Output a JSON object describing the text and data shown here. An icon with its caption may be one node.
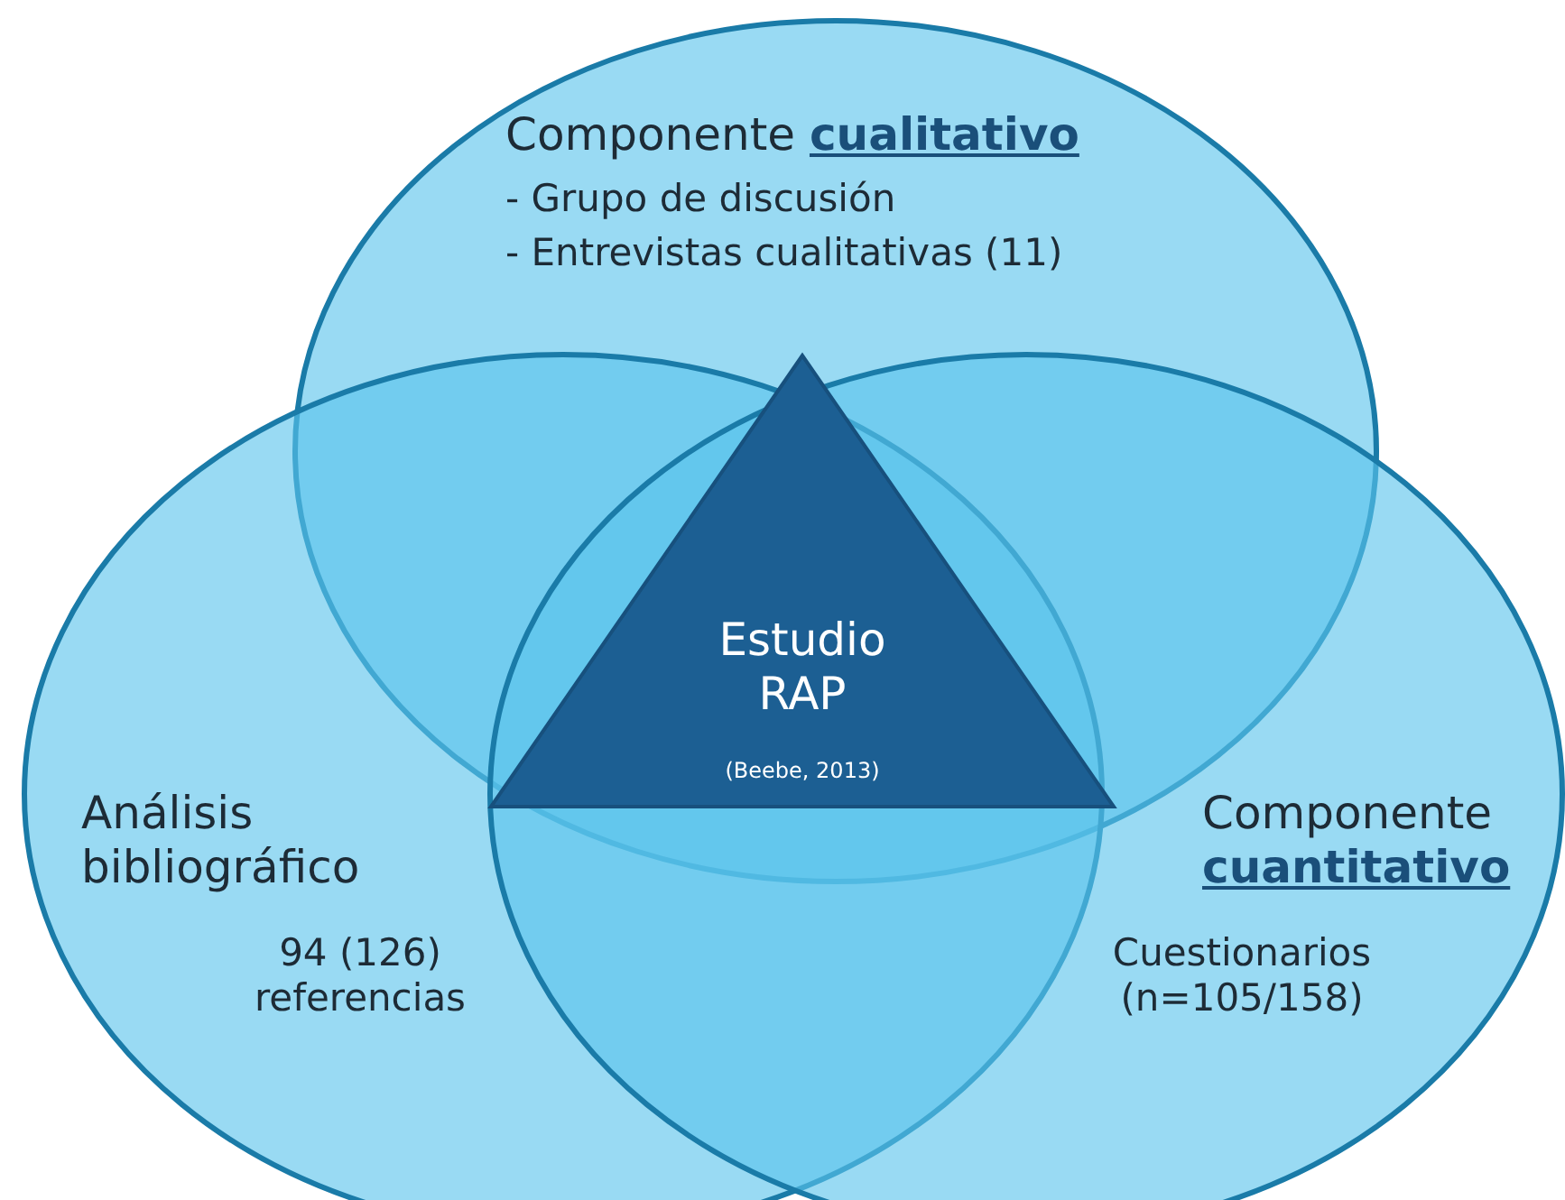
{
  "diagram": {
    "nodes": [
      {
        "text": [
          "Componente **cualitativo**",
          "- Grupo de discusión",
          "- Entrevistas cualitativas (11)"
        ]
      },
      {
        "text": [
          "Análisis bibliográfico",
          "94 (126) referencias"
        ]
      },
      {
        "text": [
          "Componente **cuantitativo**",
          "Cuestionarios (n=105/158)"
        ]
      },
      {
        "text": [
          "Estudio RAP",
          "(Beebe, 2013)"
        ]
      }
    ]
  }
}
